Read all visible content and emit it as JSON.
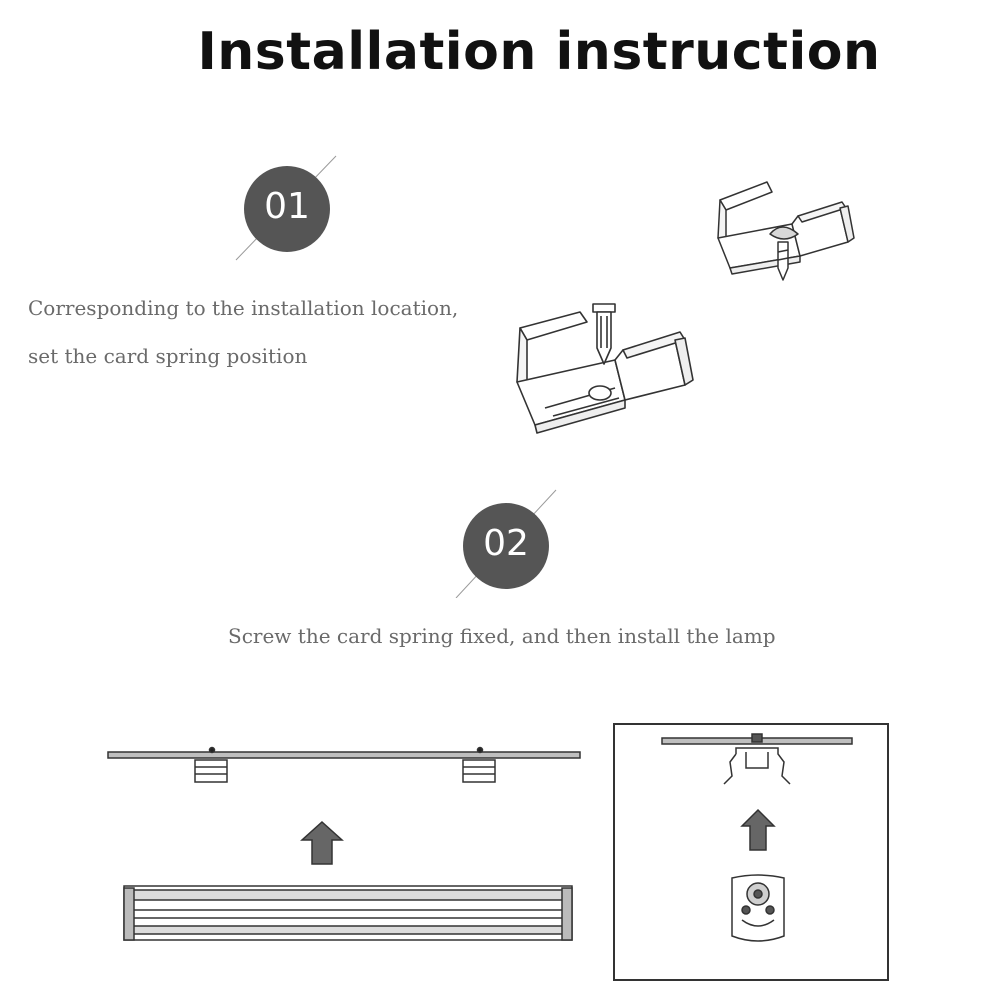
{
  "title": "Installation instruction",
  "steps": [
    {
      "number": "01",
      "lines": [
        "Corresponding to the installation location,",
        "set the card spring position"
      ]
    },
    {
      "number": "02",
      "lines": [
        "Screw the card spring fixed, and then install the lamp"
      ]
    }
  ],
  "colors": {
    "badge": "#555555",
    "caption": "#6a6a6a",
    "line_art": "#333333",
    "arrow": "#666666"
  }
}
